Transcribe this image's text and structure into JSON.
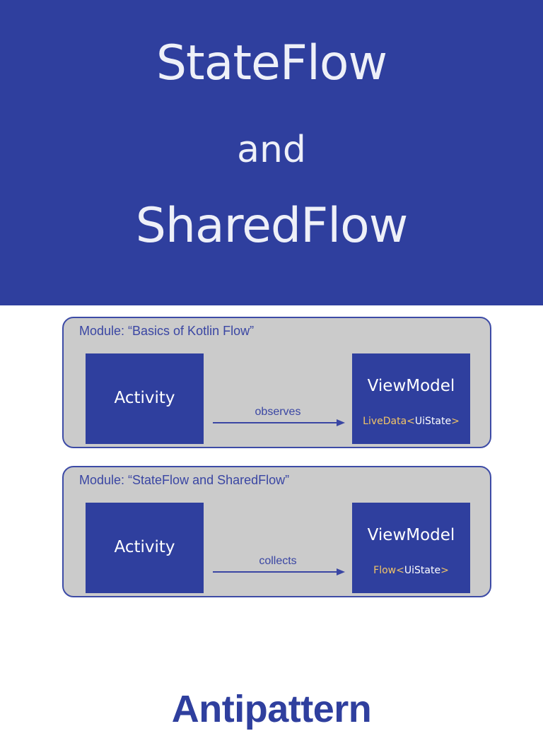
{
  "header": {
    "line1": "StateFlow",
    "line2": "and",
    "line3": "SharedFlow"
  },
  "modules": [
    {
      "title": "Module: “Basics of Kotlin Flow”",
      "left_box": "Activity",
      "right_box": "ViewModel",
      "arrow_label": "observes",
      "holder_type": "LiveData",
      "open_bracket": "<",
      "state_type": "UiState",
      "close_bracket": ">"
    },
    {
      "title": "Module: “StateFlow and SharedFlow”",
      "left_box": "Activity",
      "right_box": "ViewModel",
      "arrow_label": "collects",
      "holder_type": "Flow",
      "open_bracket": "<",
      "state_type": "UiState",
      "close_bracket": ">"
    }
  ],
  "footer": {
    "title": "Antipattern"
  },
  "colors": {
    "primary": "#2f3f9e",
    "panel": "#cbcbcb",
    "accent": "#f2c567",
    "banner_text": "#eef0f8"
  }
}
